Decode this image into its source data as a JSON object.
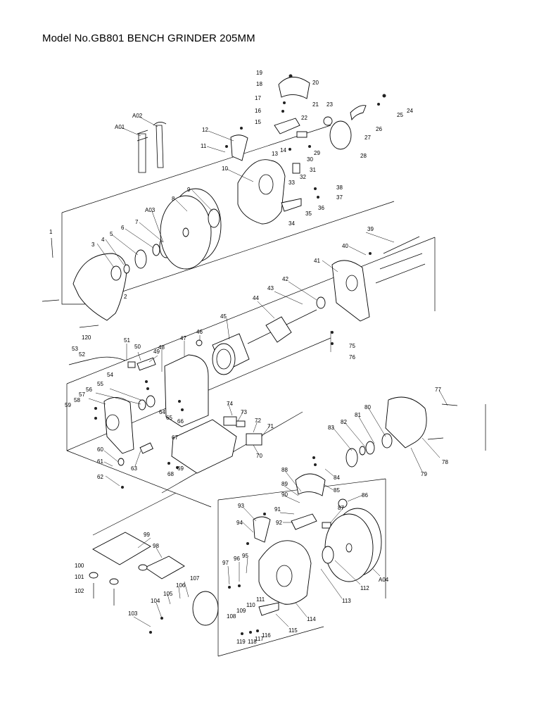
{
  "title": "Model No.GB801 BENCH GRINDER 205MM",
  "part_labels": [
    "A01",
    "A02",
    "A03",
    "A04",
    "1",
    "2",
    "3",
    "4",
    "5",
    "6",
    "7",
    "8",
    "9",
    "10",
    "11",
    "12",
    "13",
    "14",
    "15",
    "16",
    "17",
    "18",
    "19",
    "20",
    "21",
    "22",
    "23",
    "24",
    "25",
    "26",
    "27",
    "28",
    "29",
    "30",
    "31",
    "32",
    "33",
    "34",
    "35",
    "36",
    "37",
    "38",
    "39",
    "40",
    "41",
    "42",
    "43",
    "44",
    "45",
    "46",
    "47",
    "48",
    "49",
    "50",
    "51",
    "52",
    "53",
    "54",
    "55",
    "56",
    "57",
    "58",
    "59",
    "60",
    "61",
    "62",
    "63",
    "64",
    "65",
    "66",
    "67",
    "68",
    "69",
    "70",
    "71",
    "72",
    "73",
    "74",
    "75",
    "76",
    "77",
    "78",
    "79",
    "80",
    "81",
    "82",
    "83",
    "84",
    "85",
    "86",
    "87",
    "88",
    "89",
    "90",
    "91",
    "92",
    "93",
    "94",
    "95",
    "96",
    "97",
    "98",
    "99",
    "100",
    "101",
    "102",
    "103",
    "104",
    "105",
    "106",
    "107",
    "108",
    "109",
    "110",
    "111",
    "112",
    "113",
    "114",
    "115",
    "116",
    "117",
    "118",
    "119",
    "120"
  ]
}
